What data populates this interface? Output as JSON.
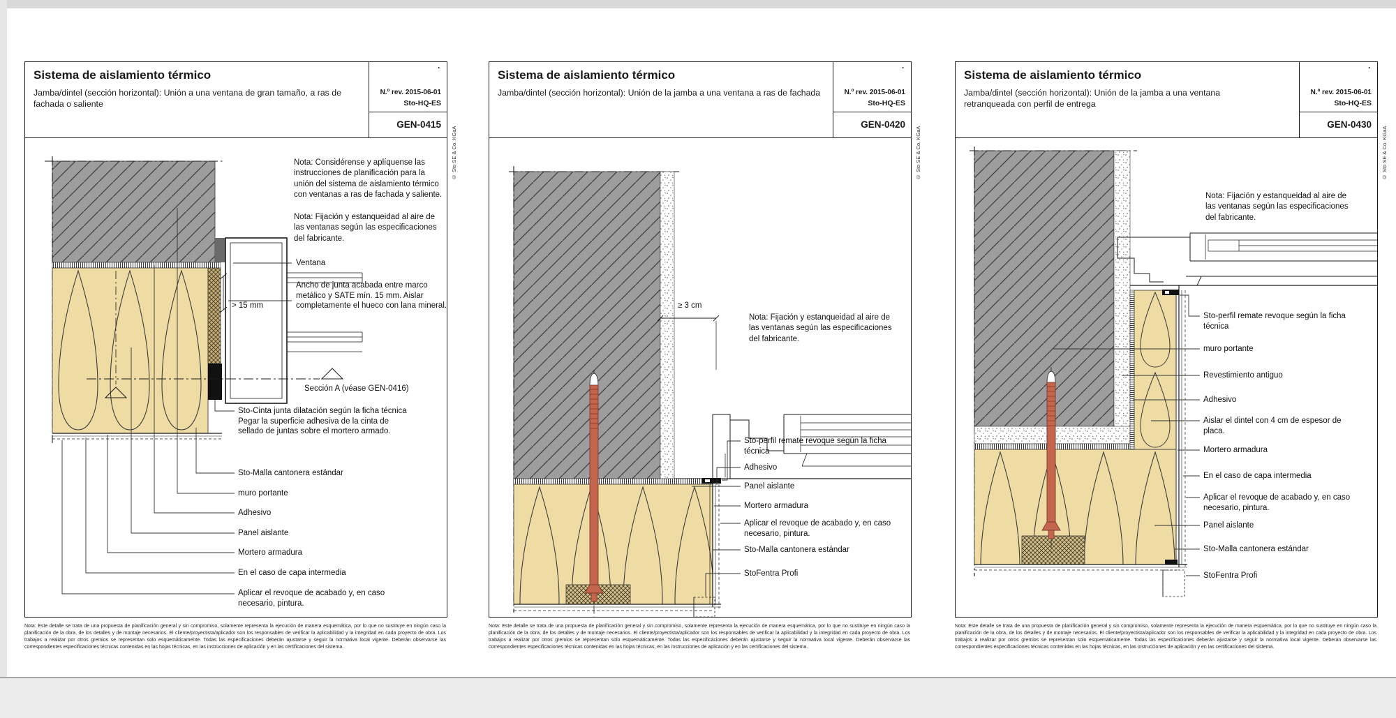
{
  "document": {
    "copyright": "© Sto SE & Co. KGaA",
    "rev_dot": "·",
    "disclaimer": "Nota: Este detalle se trata de una propuesta de planificación general y sin compromiso, solamente representa la ejecución de manera esquemática, por lo que no sustituye en ningún caso la planificación de la obra, de los detalles y de montaje necesarios. El cliente/proyectista/aplicador son los responsables de verificar la aplicabilidad y la integridad en cada proyecto de obra. Los trabajos a realizar por otros gremios se representan solo esquemáticamente. Todas las especificaciones deberán ajustarse y seguir la normativa local vigente. Deberán observarse las correspondientes especificaciones técnicas contenidas en las hojas técnicas, en las instrucciones de aplicación y en las certificaciones del sistema."
  },
  "panels": [
    {
      "title": "Sistema de aislamiento térmico",
      "subtitle": "Jamba/dintel (sección horizontal): Unión a una ventana de gran tamaño, a ras de fachada o saliente",
      "rev": "N.º rev. 2015-06-01",
      "org": "Sto-HQ-ES",
      "code": "GEN-0415",
      "notes": [
        "Nota: Considérense y aplíquense las instrucciones de planificación para la unión del sistema de aislamiento térmico con ventanas a ras de fachada y saliente.",
        "Nota: Fijación y estanqueidad al aire de las ventanas según las especificaciones del fabricante."
      ],
      "dimension": "> 15 mm",
      "section_ref": "Sección A (véase GEN-0416)",
      "labels": [
        "Ventana",
        "Ancho de junta acabada entre marco metálico y SATE mín. 15 mm. Aislar completamente el hueco con lana mineral.",
        "Sto-Cinta junta dilatación según la ficha técnica\nPegar la superficie adhesiva de la cinta de sellado de juntas sobre el mortero armado.",
        "Sto-Malla cantonera estándar",
        "muro portante",
        "Adhesivo",
        "Panel aislante",
        "Mortero armadura",
        "En el caso de capa intermedia",
        "Aplicar el revoque de acabado y, en caso necesario, pintura."
      ]
    },
    {
      "title": "Sistema de aislamiento térmico",
      "subtitle": "Jamba/dintel (sección horizontal): Unión de la jamba a una ventana a ras de fachada",
      "rev": "N.º rev. 2015-06-01",
      "org": "Sto-HQ-ES",
      "code": "GEN-0420",
      "notes": [
        "Nota: Fijación y estanqueidad al aire de las ventanas según las especificaciones del fabricante."
      ],
      "dimension": "≥ 3 cm",
      "labels": [
        "Sto-perfil remate revoque según la ficha técnica",
        "Adhesivo",
        "Panel aislante",
        "Mortero armadura",
        "Aplicar el revoque de acabado y, en caso necesario, pintura.",
        "Sto-Malla cantonera estándar",
        "StoFentra Profi"
      ]
    },
    {
      "title": "Sistema de aislamiento térmico",
      "subtitle": "Jamba/dintel (sección horizontal): Unión de la jamba a una ventana retranqueada con perfil de entrega",
      "rev": "N.º rev. 2015-06-01",
      "org": "Sto-HQ-ES",
      "code": "GEN-0430",
      "notes": [
        "Nota: Fijación y estanqueidad al aire de las ventanas según las especificaciones del fabricante."
      ],
      "labels": [
        "Sto-perfil remate revoque según la ficha técnica",
        "muro portante",
        "Revestimiento antiguo",
        "Adhesivo",
        "Aislar el dintel con 4 cm de espesor de placa.",
        "Mortero armadura",
        "En el caso de capa intermedia",
        "Aplicar el revoque de acabado y, en caso necesario, pintura.",
        "Panel aislante",
        "Sto-Malla cantonera estándar",
        "StoFentra Profi"
      ]
    }
  ],
  "colors": {
    "wall_fill": "#9d9d9d",
    "insulation_fill": "#eedca4",
    "wool_fill": "#c9ad72",
    "anchor_red": "#c4654e",
    "mortar_tan": "#d9c08a",
    "line": "#1a1a1a"
  }
}
